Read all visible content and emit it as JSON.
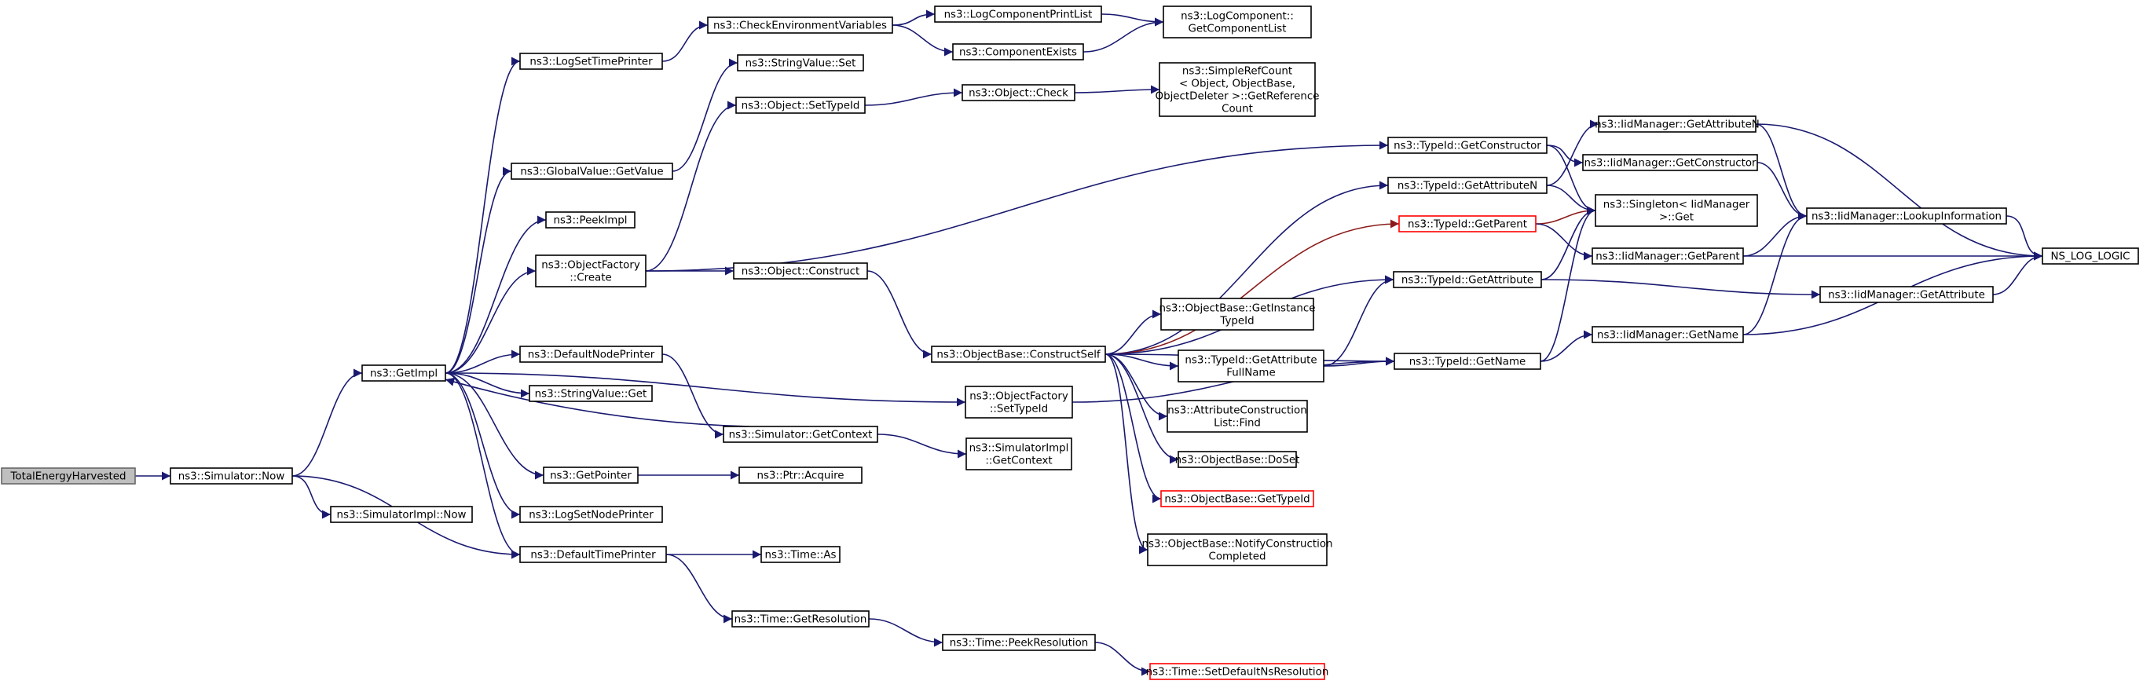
{
  "diagram": {
    "type": "call-graph",
    "colors": {
      "edge": "#191970",
      "edge_highlight": "#8b1a1a",
      "root_fill": "#bfbfbf",
      "highlight_border": "#ff0000",
      "border": "#000000"
    },
    "nodes": [
      {
        "id": "n0",
        "lines": [
          "TotalEnergyHarvested"
        ],
        "style": "root"
      },
      {
        "id": "n1",
        "lines": [
          "ns3::Simulator::Now"
        ]
      },
      {
        "id": "n2",
        "lines": [
          "ns3::GetImpl"
        ]
      },
      {
        "id": "n3",
        "lines": [
          "ns3::SimulatorImpl::Now"
        ]
      },
      {
        "id": "n4",
        "lines": [
          "ns3::DefaultTimePrinter"
        ]
      },
      {
        "id": "n5",
        "lines": [
          "ns3::LogSetTimePrinter"
        ]
      },
      {
        "id": "n6",
        "lines": [
          "ns3::GlobalValue::GetValue"
        ]
      },
      {
        "id": "n7",
        "lines": [
          "ns3::PeekImpl"
        ]
      },
      {
        "id": "n8",
        "lines": [
          "ns3::ObjectFactory",
          "::Create"
        ]
      },
      {
        "id": "n9",
        "lines": [
          "ns3::DefaultNodePrinter"
        ]
      },
      {
        "id": "n10",
        "lines": [
          "ns3::StringValue::Get"
        ]
      },
      {
        "id": "n11",
        "lines": [
          "ns3::GetPointer"
        ]
      },
      {
        "id": "n12",
        "lines": [
          "ns3::LogSetNodePrinter"
        ]
      },
      {
        "id": "n13",
        "lines": [
          "ns3::CheckEnvironmentVariables"
        ]
      },
      {
        "id": "n14",
        "lines": [
          "ns3::StringValue::Set"
        ]
      },
      {
        "id": "n15",
        "lines": [
          "ns3::Object::SetTypeId"
        ]
      },
      {
        "id": "n16",
        "lines": [
          "ns3::Object::Construct"
        ]
      },
      {
        "id": "n17",
        "lines": [
          "ns3::Simulator::GetContext"
        ]
      },
      {
        "id": "n18",
        "lines": [
          "ns3::Ptr::Acquire"
        ]
      },
      {
        "id": "n19",
        "lines": [
          "ns3::Time::As"
        ]
      },
      {
        "id": "n20",
        "lines": [
          "ns3::Time::GetResolution"
        ]
      },
      {
        "id": "n21",
        "lines": [
          "ns3::LogComponentPrintList"
        ]
      },
      {
        "id": "n22",
        "lines": [
          "ns3::ComponentExists"
        ]
      },
      {
        "id": "n23",
        "lines": [
          "ns3::Object::Check"
        ]
      },
      {
        "id": "n24",
        "lines": [
          "ns3::ObjectBase::ConstructSelf"
        ]
      },
      {
        "id": "n25",
        "lines": [
          "ns3::ObjectFactory",
          "::SetTypeId"
        ]
      },
      {
        "id": "n26",
        "lines": [
          "ns3::SimulatorImpl",
          "::GetContext"
        ]
      },
      {
        "id": "n27",
        "lines": [
          "ns3::Time::PeekResolution"
        ]
      },
      {
        "id": "n28",
        "lines": [
          "ns3::LogComponent::",
          "GetComponentList"
        ]
      },
      {
        "id": "n29",
        "lines": [
          "ns3::SimpleRefCount",
          "< Object, ObjectBase,",
          "ObjectDeleter >::GetReference",
          "Count"
        ]
      },
      {
        "id": "n30",
        "lines": [
          "ns3::ObjectBase::GetInstance",
          "TypeId"
        ]
      },
      {
        "id": "n31",
        "lines": [
          "ns3::AttributeConstruction",
          "List::Find"
        ]
      },
      {
        "id": "n32",
        "lines": [
          "ns3::ObjectBase::DoSet"
        ]
      },
      {
        "id": "n33",
        "lines": [
          "ns3::ObjectBase::GetTypeId"
        ],
        "style": "red"
      },
      {
        "id": "n34",
        "lines": [
          "ns3::ObjectBase::NotifyConstruction",
          "Completed"
        ]
      },
      {
        "id": "n35",
        "lines": [
          "ns3::Time::SetDefaultNsResolution"
        ],
        "style": "red"
      },
      {
        "id": "n36",
        "lines": [
          "ns3::TypeId::GetConstructor"
        ]
      },
      {
        "id": "n37",
        "lines": [
          "ns3::TypeId::GetAttributeN"
        ]
      },
      {
        "id": "n38",
        "lines": [
          "ns3::TypeId::GetParent"
        ],
        "style": "red"
      },
      {
        "id": "n39",
        "lines": [
          "ns3::TypeId::GetAttribute"
        ]
      },
      {
        "id": "n40",
        "lines": [
          "ns3::TypeId::GetAttribute",
          "FullName"
        ]
      },
      {
        "id": "n41",
        "lines": [
          "ns3::TypeId::GetName"
        ]
      },
      {
        "id": "n42",
        "lines": [
          "ns3::IidManager::GetAttributeN"
        ]
      },
      {
        "id": "n43",
        "lines": [
          "ns3::IidManager::GetConstructor"
        ]
      },
      {
        "id": "n44",
        "lines": [
          "ns3::Singleton< IidManager",
          " >::Get"
        ]
      },
      {
        "id": "n45",
        "lines": [
          "ns3::IidManager::GetParent"
        ]
      },
      {
        "id": "n46",
        "lines": [
          "ns3::IidManager::GetName"
        ]
      },
      {
        "id": "n47",
        "lines": [
          "ns3::IidManager::LookupInformation"
        ]
      },
      {
        "id": "n48",
        "lines": [
          "ns3::IidManager::GetAttribute"
        ]
      },
      {
        "id": "n49",
        "lines": [
          "NS_LOG_LOGIC"
        ]
      }
    ],
    "edges": [
      [
        "n0",
        "n1"
      ],
      [
        "n1",
        "n2"
      ],
      [
        "n1",
        "n3"
      ],
      [
        "n1",
        "n4"
      ],
      [
        "n2",
        "n5"
      ],
      [
        "n2",
        "n6"
      ],
      [
        "n2",
        "n7"
      ],
      [
        "n2",
        "n8"
      ],
      [
        "n2",
        "n9"
      ],
      [
        "n2",
        "n10"
      ],
      [
        "n2",
        "n11"
      ],
      [
        "n2",
        "n12"
      ],
      [
        "n2",
        "n4"
      ],
      [
        "n2",
        "n25"
      ],
      [
        "n5",
        "n13"
      ],
      [
        "n6",
        "n14"
      ],
      [
        "n8",
        "n15"
      ],
      [
        "n8",
        "n16"
      ],
      [
        "n8",
        "n36"
      ],
      [
        "n9",
        "n17"
      ],
      [
        "n17",
        "n2"
      ],
      [
        "n17",
        "n26"
      ],
      [
        "n11",
        "n18"
      ],
      [
        "n4",
        "n19"
      ],
      [
        "n4",
        "n20"
      ],
      [
        "n13",
        "n21"
      ],
      [
        "n13",
        "n22"
      ],
      [
        "n21",
        "n28"
      ],
      [
        "n22",
        "n28"
      ],
      [
        "n15",
        "n23"
      ],
      [
        "n23",
        "n29"
      ],
      [
        "n16",
        "n24"
      ],
      [
        "n20",
        "n27"
      ],
      [
        "n27",
        "n35"
      ],
      [
        "n25",
        "n41"
      ],
      [
        "n24",
        "n37"
      ],
      [
        "n24",
        "n38"
      ],
      [
        "n24",
        "n39"
      ],
      [
        "n24",
        "n30"
      ],
      [
        "n24",
        "n40"
      ],
      [
        "n24",
        "n31"
      ],
      [
        "n24",
        "n32"
      ],
      [
        "n24",
        "n33"
      ],
      [
        "n24",
        "n34"
      ],
      [
        "n24",
        "n41"
      ],
      [
        "n36",
        "n43"
      ],
      [
        "n36",
        "n44"
      ],
      [
        "n37",
        "n42"
      ],
      [
        "n37",
        "n44"
      ],
      [
        "n38",
        "n44"
      ],
      [
        "n38",
        "n45"
      ],
      [
        "n39",
        "n44"
      ],
      [
        "n39",
        "n48"
      ],
      [
        "n40",
        "n39"
      ],
      [
        "n40",
        "n41"
      ],
      [
        "n41",
        "n44"
      ],
      [
        "n41",
        "n46"
      ],
      [
        "n42",
        "n47"
      ],
      [
        "n42",
        "n49"
      ],
      [
        "n43",
        "n47"
      ],
      [
        "n45",
        "n47"
      ],
      [
        "n45",
        "n49"
      ],
      [
        "n46",
        "n47"
      ],
      [
        "n46",
        "n49"
      ],
      [
        "n48",
        "n49"
      ],
      [
        "n47",
        "n49"
      ]
    ]
  }
}
